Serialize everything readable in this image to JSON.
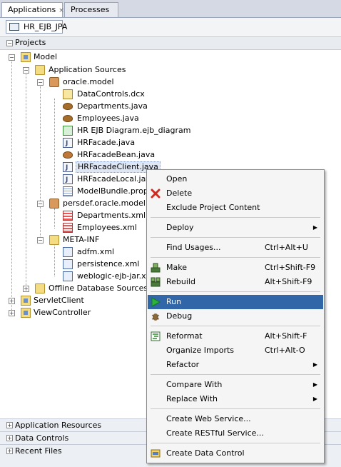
{
  "tabs": [
    {
      "label": "Applications",
      "close": "×"
    },
    {
      "label": "Processes"
    }
  ],
  "application_selector": {
    "value": "HR_EJB_JPA"
  },
  "projects_panel": {
    "title": "Projects",
    "toggle": "−"
  },
  "tree": {
    "model": "Model",
    "application_sources": "Application Sources",
    "oracle_model": "oracle.model",
    "datacontrols": "DataControls.dcx",
    "departments_java": "Departments.java",
    "employees_java": "Employees.java",
    "hr_ejb_diagram": "HR EJB Diagram.ejb_diagram",
    "hrfacade": "HRFacade.java",
    "hrfacadebean": "HRFacadeBean.java",
    "hrfacadeclient": "HRFacadeClient.java",
    "hrfacadelocal": "HRFacadeLocal.java",
    "modelbundle": "ModelBundle.proper",
    "persdef": "persdef.oracle.model",
    "departments_xml": "Departments.xml",
    "employees_xml": "Employees.xml",
    "meta_inf": "META-INF",
    "adfm": "adfm.xml",
    "persistence": "persistence.xml",
    "weblogic": "weblogic-ejb-jar.xml",
    "offline_db": "Offline Database Sources",
    "servlet_client": "ServletClient",
    "view_controller": "ViewController"
  },
  "bottom_panels": [
    "Application Resources",
    "Data Controls",
    "Recent Files"
  ],
  "context_menu": {
    "open": "Open",
    "delete": "Delete",
    "exclude": "Exclude Project Content",
    "deploy": "Deploy",
    "find_usages": "Find Usages...",
    "find_usages_shortcut": "Ctrl+Alt+U",
    "make": "Make",
    "make_shortcut": "Ctrl+Shift-F9",
    "rebuild": "Rebuild",
    "rebuild_shortcut": "Alt+Shift-F9",
    "run": "Run",
    "debug": "Debug",
    "reformat": "Reformat",
    "reformat_shortcut": "Alt+Shift-F",
    "organize_imports": "Organize Imports",
    "organize_imports_shortcut": "Ctrl+Alt-O",
    "refactor": "Refactor",
    "compare_with": "Compare With",
    "replace_with": "Replace With",
    "create_web_service": "Create Web Service...",
    "create_restful_service": "Create RESTful Service...",
    "create_data_control": "Create Data Control",
    "submenu_arrow": "▶"
  },
  "colors": {
    "highlight": "#3167a8",
    "tab_bar": "#d4d9e3",
    "menu_bg": "#f5f5f5"
  },
  "icons": {
    "run": "green-play-icon",
    "delete": "red-x-icon",
    "make": "make-icon",
    "rebuild": "rebuild-icon",
    "reformat": "reformat-icon",
    "create_data_control": "data-control-icon"
  }
}
